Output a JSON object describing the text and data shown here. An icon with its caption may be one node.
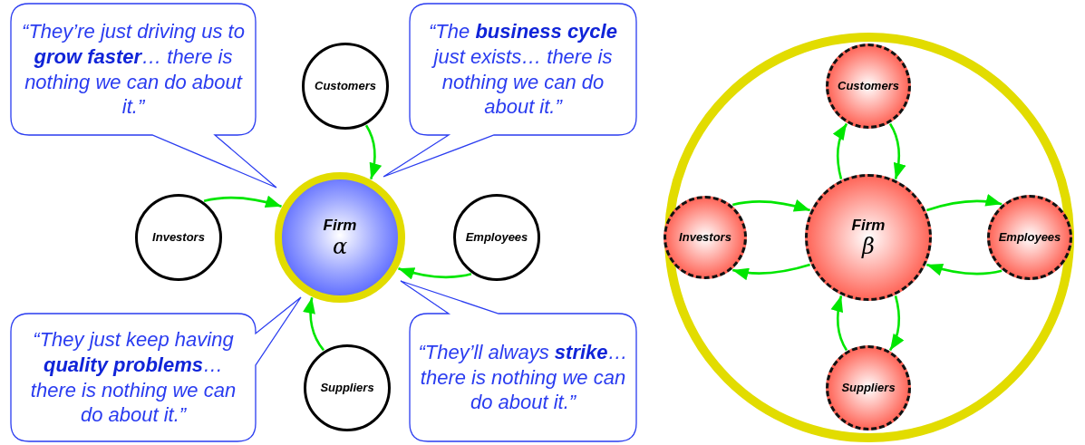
{
  "diagram": {
    "nodes": [
      {
        "text": [
          "“They’re just driving us to **grow faster**… there is nothing we can do about it.”"
        ]
      },
      {
        "text": [
          "Customers"
        ]
      },
      {
        "text": [
          "“The **business cycle** just exists… there is nothing we can do about it.”"
        ]
      },
      {
        "text": [
          "Investors"
        ]
      },
      {
        "text": [
          "Firm",
          "α"
        ]
      },
      {
        "text": [
          "Employees"
        ]
      },
      {
        "text": [
          "“They just keep having **quality problems**… there is nothing we can do about it.”"
        ]
      },
      {
        "text": [
          "Suppliers"
        ]
      },
      {
        "text": [
          "“They’ll always **strike**… there is nothing we can do about it.”"
        ]
      },
      {
        "text": [],
        "shape": "circle"
      },
      {
        "text": [
          "Customers"
        ],
        "in": 9
      },
      {
        "text": [
          "Investors"
        ],
        "in": 9
      },
      {
        "text": [
          "Firm",
          "β"
        ],
        "in": 9
      },
      {
        "text": [
          "Employees"
        ],
        "in": 9
      },
      {
        "text": [
          "Suppliers"
        ],
        "in": 9
      }
    ],
    "edges": [
      {
        "from": 1,
        "to": 4,
        "arrow": "to"
      },
      {
        "from": 3,
        "to": 4,
        "arrow": "to"
      },
      {
        "from": 5,
        "to": 4,
        "arrow": "to"
      },
      {
        "from": 7,
        "to": 4,
        "arrow": "to"
      },
      {
        "from": 12,
        "to": 10,
        "arrow": "to"
      },
      {
        "from": 10,
        "to": 12,
        "arrow": "to"
      },
      {
        "from": 11,
        "to": 12,
        "arrow": "to"
      },
      {
        "from": 12,
        "to": 11,
        "arrow": "to"
      },
      {
        "from": 12,
        "to": 13,
        "arrow": "to"
      },
      {
        "from": 13,
        "to": 12,
        "arrow": "to"
      },
      {
        "from": 14,
        "to": 12,
        "arrow": "to"
      },
      {
        "from": 12,
        "to": 14,
        "arrow": "to"
      }
    ]
  }
}
